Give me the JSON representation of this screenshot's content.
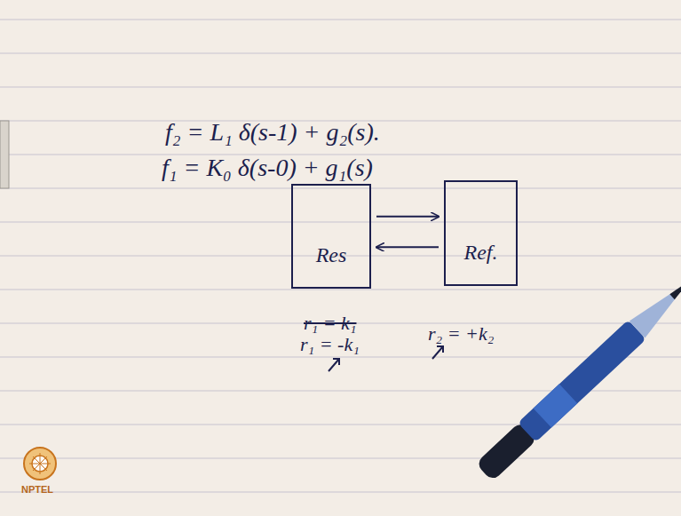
{
  "diagram": {
    "nodes": [
      {
        "text": [
          "Res"
        ]
      },
      {
        "text": [
          "Ref."
        ]
      }
    ],
    "edges": [
      {
        "from": 0,
        "to": 1,
        "arrow": "to"
      },
      {
        "from": 1,
        "to": 0,
        "arrow": "to"
      }
    ],
    "labels": [
      "f₂ = L₁ δ(s-1) + g₂(s).",
      "f₁ = K₀ δ(s-0) + g₁(s)",
      "r₁ = k₁",
      "r₁ = -k₁",
      "r₂ = +k₂",
      "NPTEL"
    ]
  }
}
